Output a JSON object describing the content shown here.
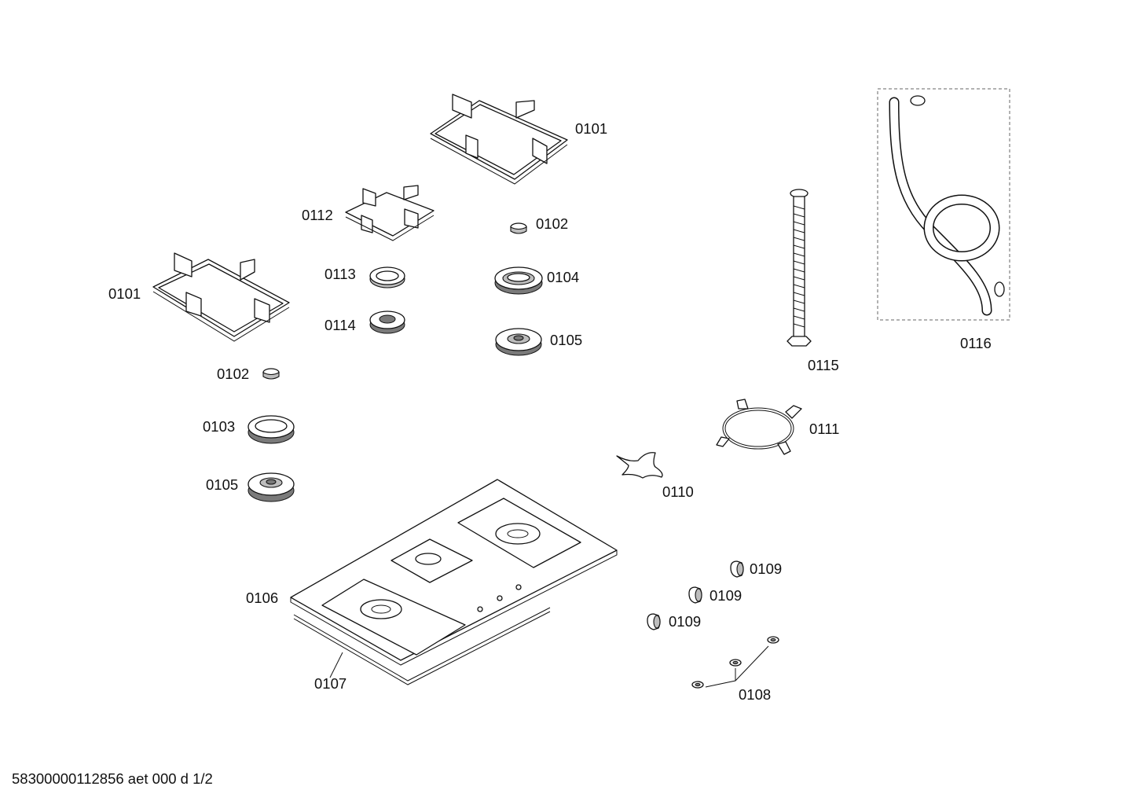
{
  "callouts": {
    "c0101a": "0101",
    "c0101b": "0101",
    "c0112": "0112",
    "c0102a": "0102",
    "c0102b": "0102",
    "c0113": "0113",
    "c0114": "0114",
    "c0104": "0104",
    "c0105a": "0105",
    "c0105b": "0105",
    "c0103": "0103",
    "c0106": "0106",
    "c0107": "0107",
    "c0110": "0110",
    "c0111": "0111",
    "c0115": "0115",
    "c0116": "0116",
    "c0109a": "0109",
    "c0109b": "0109",
    "c0109c": "0109",
    "c0108": "0108"
  },
  "footer": "58300000112856 aet 000 d 1/2"
}
